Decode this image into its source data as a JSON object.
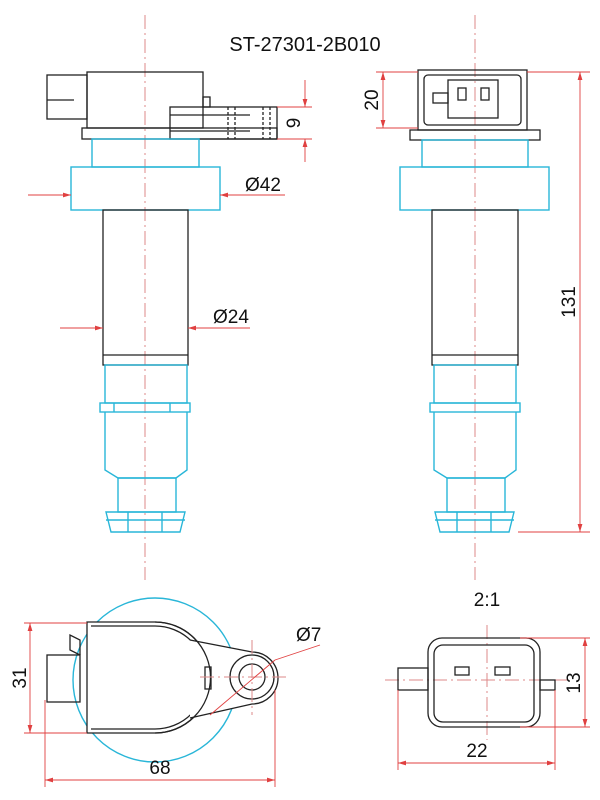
{
  "title": "ST-27301-2B010",
  "scale_label": "2:1",
  "dimensions": {
    "flange_thickness": "9",
    "head_diameter": "Ø42",
    "tube_diameter": "Ø24",
    "connector_height": "20",
    "overall_length": "131",
    "width": "31",
    "length": "68",
    "hole_diameter": "Ø7",
    "connector_width": "22",
    "connector_face_height": "13"
  },
  "colors": {
    "outline": "#222222",
    "cyan": "#29b6d8",
    "dimension": "#e04040"
  }
}
